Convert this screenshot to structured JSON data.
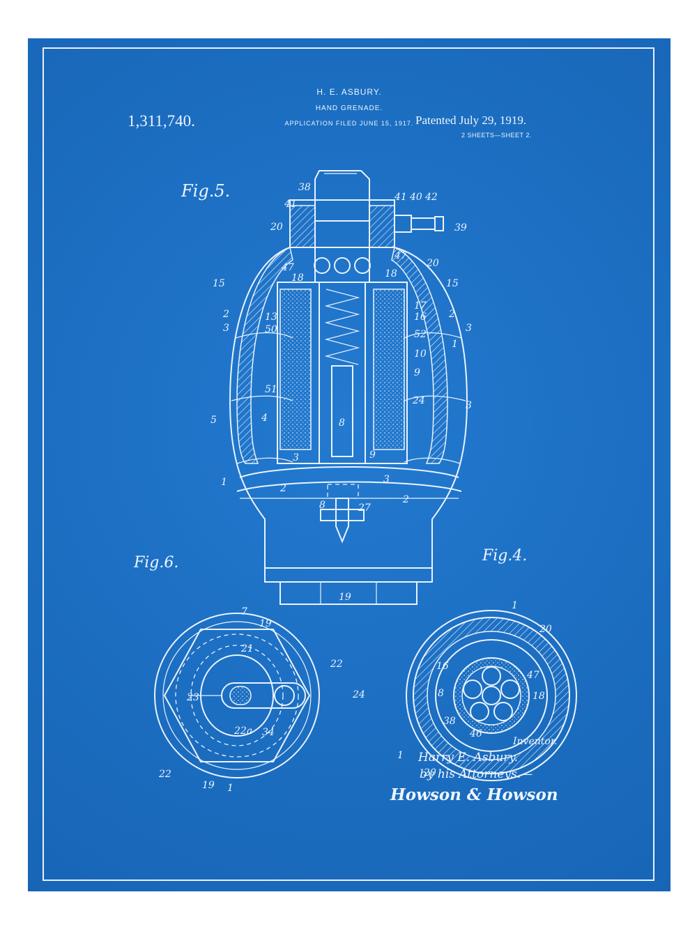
{
  "header": {
    "inventor": "H. E. ASBURY.",
    "title": "HAND GRENADE.",
    "filed": "APPLICATION FILED JUNE 15, 1917.",
    "patent_number": "1,311,740.",
    "patented": "Patented July 29, 1919.",
    "sheets": "2 SHEETS—SHEET 2."
  },
  "figures": {
    "fig5": "Fig.5.",
    "fig6": "Fig.6.",
    "fig4": "Fig.4."
  },
  "signature": {
    "inventor_label": "Inventor.",
    "name": "Harry E. Asbury.",
    "by": "by his Attorneys.—",
    "attorneys": "Howson & Howson"
  },
  "colors": {
    "paper": "#1c71c4",
    "ink": "#eaf3fd",
    "border": "#ffffff"
  }
}
